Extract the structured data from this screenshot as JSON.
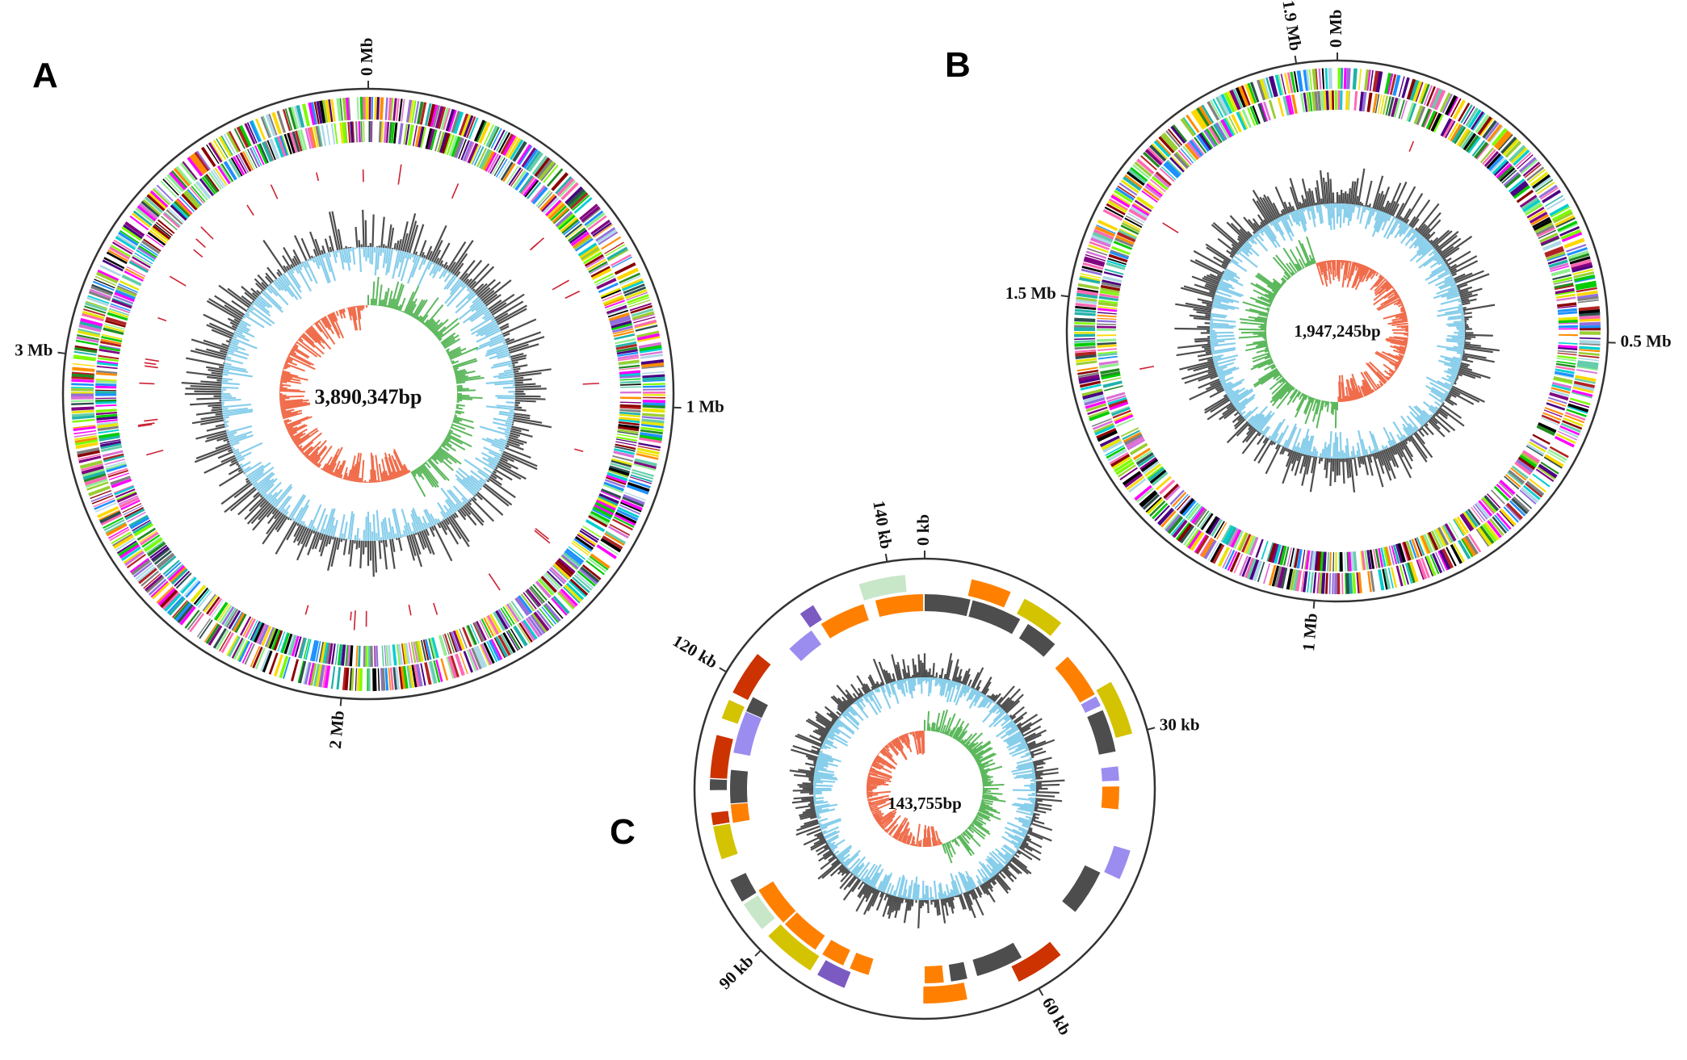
{
  "figure": {
    "panels": [
      {
        "id": "A",
        "letter": "A",
        "length_label": "3,890,347bp",
        "length_bp": 3890347,
        "ticks": [
          {
            "label": "0 Mb",
            "position_bp": 0
          },
          {
            "label": "1 Mb",
            "position_bp": 1000000
          },
          {
            "label": "2 Mb",
            "position_bp": 2000000
          },
          {
            "label": "3 Mb",
            "position_bp": 3000000
          }
        ],
        "cog_style": "dense",
        "gc_skew_positive_span": [
          0.0,
          0.42
        ]
      },
      {
        "id": "B",
        "letter": "B",
        "length_label": "1,947,245bp",
        "length_bp": 1947245,
        "ticks": [
          {
            "label": "0 Mb",
            "position_bp": 0
          },
          {
            "label": "0.5 Mb",
            "position_bp": 500000
          },
          {
            "label": "1 Mb",
            "position_bp": 1000000
          },
          {
            "label": "1.5 Mb",
            "position_bp": 1500000
          },
          {
            "label": "1.9 Mb",
            "position_bp": 1900000
          }
        ],
        "cog_style": "dense",
        "gc_skew_positive_span": [
          0.5,
          0.95
        ]
      },
      {
        "id": "C",
        "letter": "C",
        "length_label": "143,755bp",
        "length_bp": 143755,
        "ticks": [
          {
            "label": "0 kb",
            "position_bp": 0
          },
          {
            "label": "30 kb",
            "position_bp": 30000
          },
          {
            "label": "60 kb",
            "position_bp": 60000
          },
          {
            "label": "90 kb",
            "position_bp": 90000
          },
          {
            "label": "120 kb",
            "position_bp": 120000
          },
          {
            "label": "140 kb",
            "position_bp": 140000
          }
        ],
        "cog_style": "blocks",
        "gc_skew_positive_span": [
          0.0,
          0.45
        ]
      }
    ],
    "colors": {
      "outline": "#333333",
      "gc_content": "#4d4d4d",
      "gc_deviation": "#87ceeb",
      "skew_positive": "#5cb85c",
      "skew_negative": "#f06d4c",
      "rna": "#cc2233",
      "cog_palette": [
        "#ff00ff",
        "#00cc00",
        "#90ee90",
        "#7cfc00",
        "#8b0000",
        "#4b0082",
        "#9370db",
        "#00ced1",
        "#ffd700",
        "#2f4f4f",
        "#ff69b4",
        "#228b22",
        "#000000",
        "#add8e6",
        "#da70d6",
        "#20b2aa",
        "#b22222",
        "#66cdaa",
        "#9acd32",
        "#808080",
        "#ff8c00",
        "#1e90ff",
        "#e6e600",
        "#800080"
      ],
      "plasmid_blocks": [
        "#4d4d4d",
        "#ff8000",
        "#9b8cf0",
        "#7b5ac2",
        "#d4c300",
        "#ffff66",
        "#5a9fd4",
        "#cc3300",
        "#c8e6c8"
      ]
    }
  }
}
